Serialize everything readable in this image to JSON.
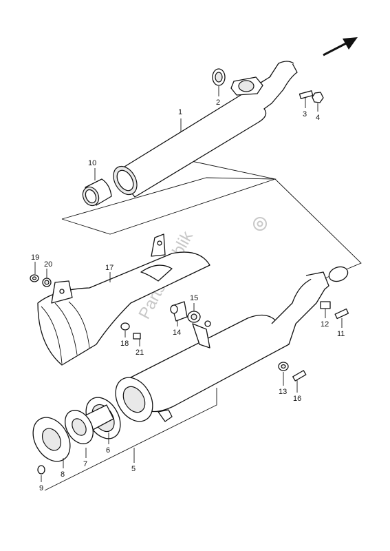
{
  "watermark": "Partsrepublik",
  "callouts": {
    "c1": "1",
    "c2": "2",
    "c3": "3",
    "c4": "4",
    "c5": "5",
    "c6": "6",
    "c7": "7",
    "c8": "8",
    "c9": "9",
    "c10": "10",
    "c11": "11",
    "c12": "12",
    "c13": "13",
    "c14": "14",
    "c15": "15",
    "c16": "16",
    "c17": "17",
    "c18": "18",
    "c19": "19",
    "c20": "20",
    "c21": "21"
  },
  "icons": {
    "direction": "front-arrow-icon",
    "watermark_logo": "gear-icon"
  }
}
